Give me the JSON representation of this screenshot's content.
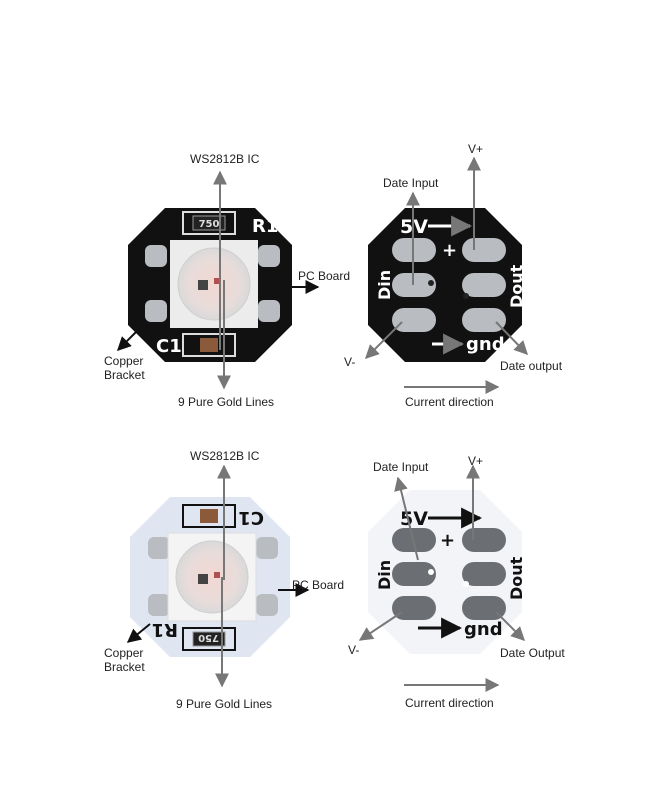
{
  "colors": {
    "black_pcb": "#111111",
    "white_pcb": "#f2f4f8",
    "white_pcb_blue_tint": "#dfe6f2",
    "pad_silver": "#b9bcc0",
    "pad_dark": "#6b6e73",
    "led_body": "#ececec",
    "arrow_gray": "#8a8a8a"
  },
  "top_left": {
    "ic_label": "WS2812B IC",
    "pc_board_label": "PC Board",
    "copper_label": "Copper\nBracket",
    "gold_lines_label": "9 Pure Gold Lines",
    "silk_r1": "R1",
    "silk_c1": "C1",
    "resistor_code": "750"
  },
  "top_right": {
    "vplus_label": "V+",
    "date_input_label": "Date Input",
    "vminus_label": "V-",
    "date_output_label": "Date output",
    "current_label": "Current direction",
    "silk_5v": "5V",
    "silk_din": "Din",
    "silk_dout": "Dout",
    "silk_gnd": "gnd",
    "silk_plus": "+"
  },
  "bottom_left": {
    "ic_label": "WS2812B IC",
    "pc_board_label": "PC Board",
    "copper_label": "Copper\nBracket",
    "gold_lines_label": "9 Pure Gold Lines",
    "silk_r1": "R1",
    "silk_c1": "C1",
    "resistor_code": "750"
  },
  "bottom_right": {
    "vplus_label": "V+",
    "date_input_label": "Date Input",
    "vminus_label": "V-",
    "date_output_label": "Date Output",
    "current_label": "Current direction",
    "silk_5v": "5V",
    "silk_din": "Din",
    "silk_dout": "Dout",
    "silk_gnd": "gnd",
    "silk_plus": "+"
  }
}
